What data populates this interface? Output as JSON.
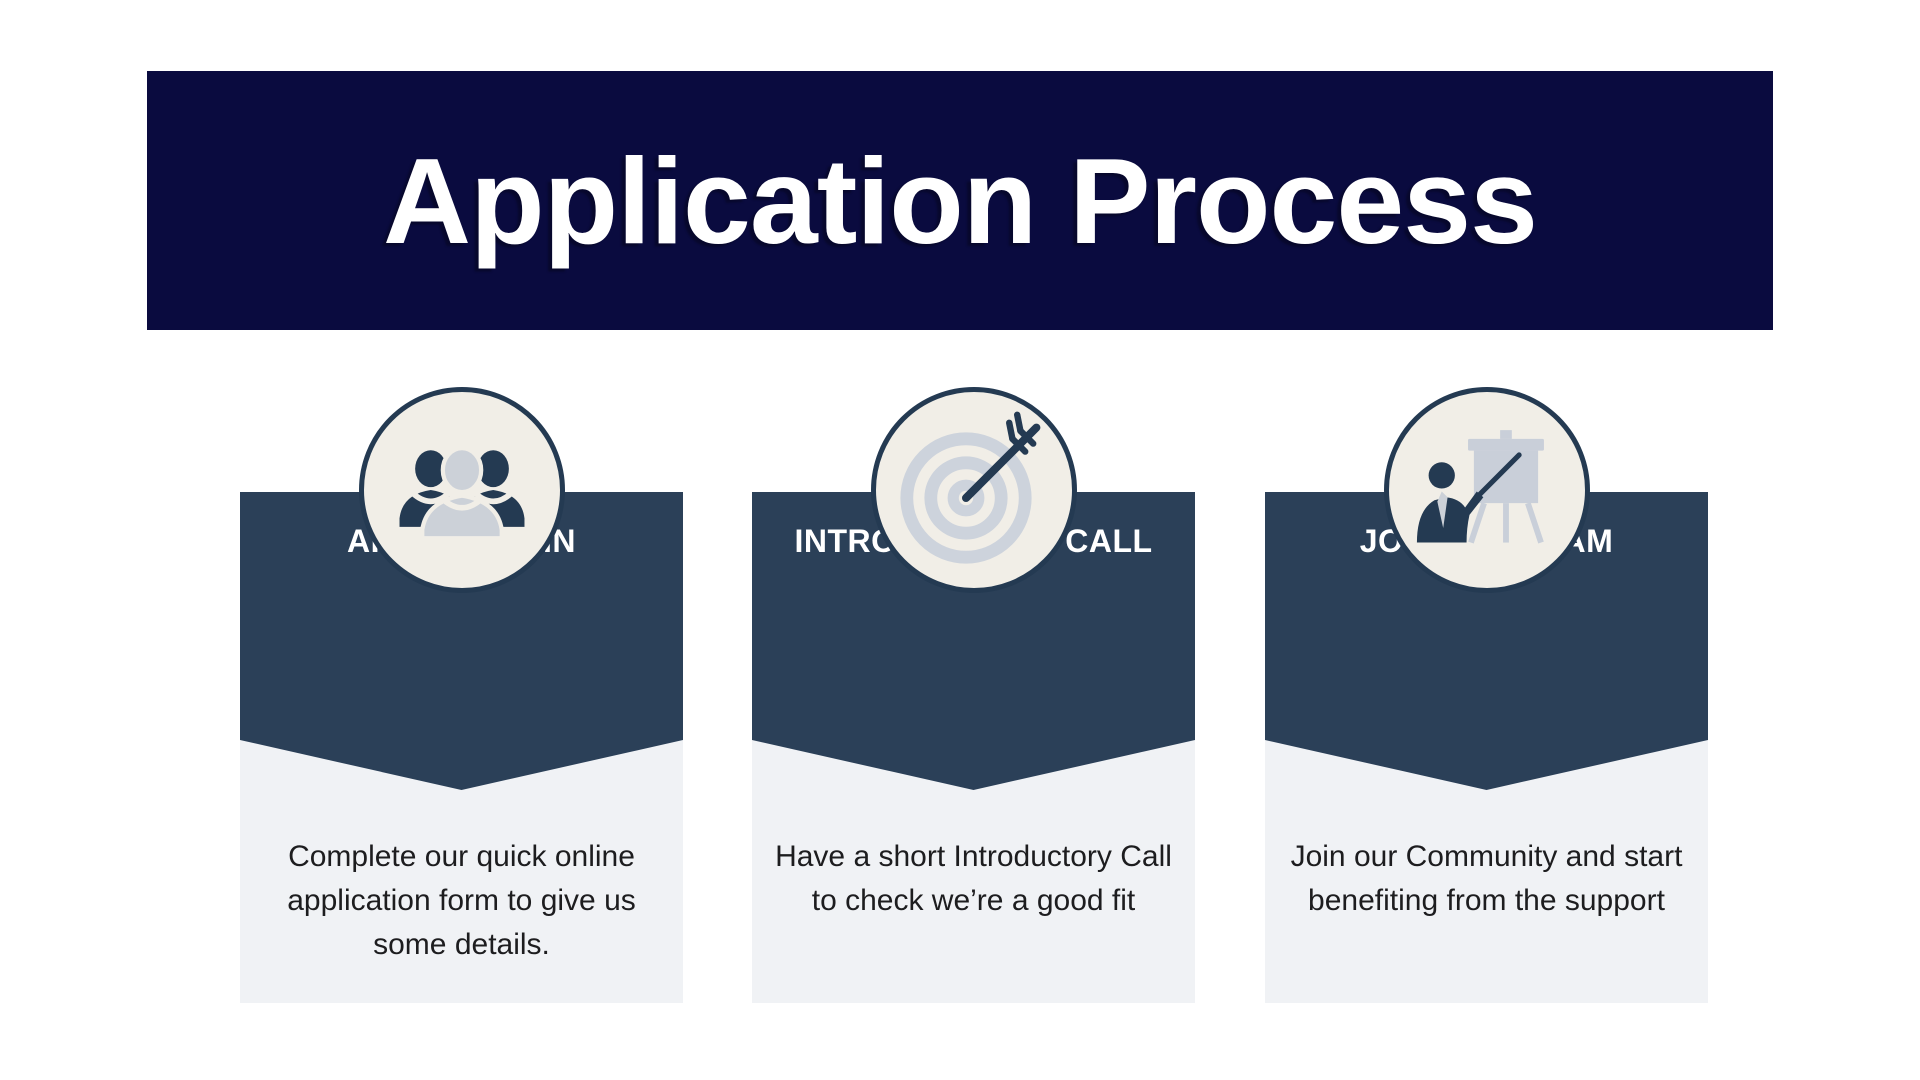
{
  "header": {
    "title": "Application Process"
  },
  "steps": [
    {
      "title": "APPY TO JOIN",
      "description": "Complete our quick online application form to give us some details.",
      "icon": "people-group-icon"
    },
    {
      "title": "INTRODUCTORY CALL",
      "description": "Have a short Introductory Call to check we’re a good fit",
      "icon": "target-arrow-icon"
    },
    {
      "title": "JOIN THE TEAM",
      "description": "Join our Community and start benefiting from the support",
      "icon": "presentation-board-icon"
    }
  ],
  "colors": {
    "header_bg": "#0a0b3f",
    "card_banner": "#2b4058",
    "panel_bg": "#f0f2f5",
    "circle_fill": "#f1eee7",
    "icon_navy": "#243a52",
    "icon_gray": "#c9cfd9",
    "title_text": "#ffffff",
    "description_text": "#1d1d1f"
  }
}
